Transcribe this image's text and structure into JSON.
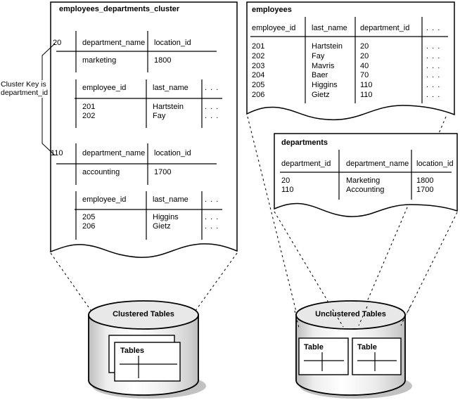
{
  "cluster_box": {
    "title": "employees_departments_cluster",
    "note": [
      "Cluster Key is",
      "department_id"
    ],
    "dept_header": {
      "name": "department_name",
      "loc": "location_id"
    },
    "emp_header": {
      "id": "employee_id",
      "last": "last_name",
      "more": ". . ."
    },
    "groups": [
      {
        "key": "20",
        "dept": {
          "name": "marketing",
          "loc": "1800"
        },
        "employees": [
          {
            "id": "201",
            "last": "Hartstein",
            "more": ". . ."
          },
          {
            "id": "202",
            "last": "Fay",
            "more": ". . ."
          }
        ]
      },
      {
        "key": "110",
        "dept": {
          "name": "accounting",
          "loc": "1700"
        },
        "employees": [
          {
            "id": "205",
            "last": "Higgins",
            "more": ". . ."
          },
          {
            "id": "206",
            "last": "Gietz",
            "more": ". . ."
          }
        ]
      }
    ]
  },
  "employees_table": {
    "title": "employees",
    "headers": [
      "employee_id",
      "last_name",
      "department_id",
      ". . ."
    ],
    "rows": [
      [
        "201",
        "Hartstein",
        "20",
        ". . ."
      ],
      [
        "202",
        "Fay",
        "20",
        ". . ."
      ],
      [
        "203",
        "Mavris",
        "40",
        ". . ."
      ],
      [
        "204",
        "Baer",
        "70",
        ". . ."
      ],
      [
        "205",
        "Higgins",
        "110",
        ". . ."
      ],
      [
        "206",
        "Gietz",
        "110",
        ". . ."
      ]
    ]
  },
  "departments_table": {
    "title": "departments",
    "headers": [
      "department_id",
      "department_name",
      "location_id"
    ],
    "rows": [
      [
        "20",
        "Marketing",
        "1800"
      ],
      [
        "110",
        "Accounting",
        "1700"
      ]
    ]
  },
  "clustered_cylinder": {
    "label": "Clustered Tables",
    "paper_label": "Tables"
  },
  "unclustered_cylinder": {
    "label": "Unclustered Tables",
    "papers": [
      "Table",
      "Table"
    ]
  },
  "colors": {
    "line": "#000000",
    "background": "#ffffff",
    "cylinder_top": "#e8e8e8",
    "cylinder_side": "#c8c8c8",
    "shadow": "#c2c2c2"
  }
}
